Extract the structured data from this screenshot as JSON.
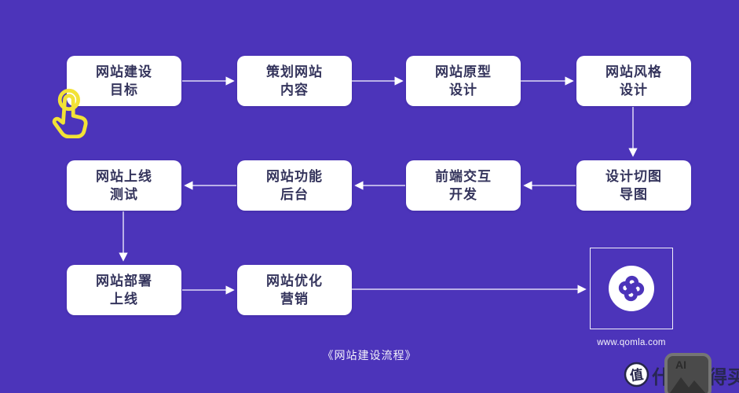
{
  "flow": {
    "caption": "《网站建设流程》",
    "boxes": [
      {
        "id": "goal",
        "line1": "网站建设",
        "line2": "目标"
      },
      {
        "id": "plan",
        "line1": "策划网站",
        "line2": "内容"
      },
      {
        "id": "prototype",
        "line1": "网站原型",
        "line2": "设计"
      },
      {
        "id": "style",
        "line1": "网站风格",
        "line2": "设计"
      },
      {
        "id": "launch-test",
        "line1": "网站上线",
        "line2": "测试"
      },
      {
        "id": "backend",
        "line1": "网站功能",
        "line2": "后台"
      },
      {
        "id": "frontend",
        "line1": "前端交互",
        "line2": "开发"
      },
      {
        "id": "slicing",
        "line1": "设计切图",
        "line2": "导图"
      },
      {
        "id": "deploy",
        "line1": "网站部署",
        "line2": "上线"
      },
      {
        "id": "marketing",
        "line1": "网站优化",
        "line2": "营销"
      }
    ],
    "sequence_note": "row1 left-to-right, down, row2 right-to-left, down, row3 left-to-right into logo",
    "logo": {
      "icon": "qomla-clover-icon",
      "url": "www.qomla.com"
    }
  },
  "watermark": {
    "coin_glyph": "值",
    "brand": "什么值得买",
    "badge_label": "AI"
  },
  "colors": {
    "background": "#4c34ba",
    "box_fill": "#ffffff",
    "box_text": "#34345c",
    "connector": "#ded9f6",
    "arrowhead": "#ffffff",
    "accent_yellow": "#f2e236",
    "watermark_dark": "#26264a",
    "badge_gray": "#4a4a4a"
  }
}
